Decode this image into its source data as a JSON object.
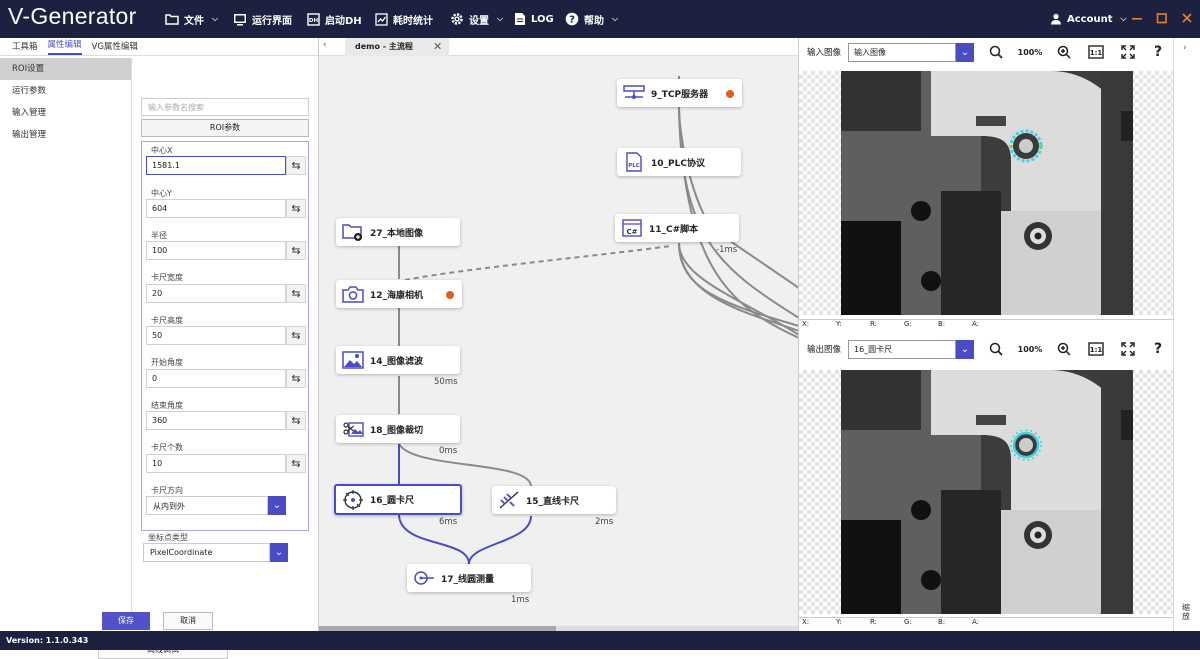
{
  "app": {
    "logo": "V-Generator",
    "version": "Version:  1.1.0.343"
  },
  "menu": [
    {
      "label": "文件",
      "icon": "folder-icon",
      "dropdown": true
    },
    {
      "label": "运行界面",
      "icon": "monitor-icon",
      "dropdown": false
    },
    {
      "label": "启动DH",
      "icon": "dh-icon",
      "dropdown": false
    },
    {
      "label": "耗时统计",
      "icon": "stats-icon",
      "dropdown": false
    },
    {
      "label": "设置",
      "icon": "gear-icon",
      "dropdown": true
    },
    {
      "label": "LOG",
      "icon": "log-icon",
      "dropdown": false
    },
    {
      "label": "帮助",
      "icon": "help-icon",
      "dropdown": true
    }
  ],
  "account": {
    "label": "Account"
  },
  "colors": {
    "titlebar": "#1c2140",
    "accent": "#4b4bc4",
    "node_alert": "#e85a1d"
  },
  "left_panel": {
    "tabs": [
      "工具箱",
      "属性编辑",
      "VG属性编辑"
    ],
    "active_tab": "属性编辑",
    "nav": [
      "ROI设置",
      "运行参数",
      "输入管理",
      "输出管理"
    ],
    "active_nav": "ROI设置",
    "search_placeholder": "输入参数名搜索",
    "roi_button": "ROI参数",
    "fields": [
      {
        "label": "中心X",
        "value": "1581.1"
      },
      {
        "label": "中心Y",
        "value": "604"
      },
      {
        "label": "半径",
        "value": "100"
      },
      {
        "label": "卡尺宽度",
        "value": "20"
      },
      {
        "label": "卡尺高度",
        "value": "50"
      },
      {
        "label": "开始角度",
        "value": "0"
      },
      {
        "label": "结束角度",
        "value": "360"
      },
      {
        "label": "卡尺个数",
        "value": "10"
      }
    ],
    "direction": {
      "label": "卡尺方向",
      "value": "从内到外"
    },
    "coord": {
      "label": "坐标点类型",
      "value": "PixelCoordinate"
    },
    "save": "保存",
    "cancel": "取消",
    "offline": "离线调试"
  },
  "canvas": {
    "tab": "demo - 主流程",
    "nodes": [
      {
        "label": "9_TCP服务器",
        "icon": "tcp-server-icon",
        "alert": true
      },
      {
        "label": "10_PLC协议",
        "icon": "plc-icon",
        "alert": false
      },
      {
        "label": "11_C#脚本",
        "icon": "csharp-icon",
        "alert": false,
        "time": "-1ms"
      },
      {
        "label": "27_本地图像",
        "icon": "local-image-icon",
        "alert": false
      },
      {
        "label": "12_海康相机",
        "icon": "camera-icon",
        "alert": true
      },
      {
        "label": "14_图像滤波",
        "icon": "image-filter-icon",
        "alert": false,
        "time": "50ms"
      },
      {
        "label": "18_图像裁切",
        "icon": "image-crop-icon",
        "alert": false,
        "time": "0ms"
      },
      {
        "label": "16_圆卡尺",
        "icon": "circle-caliper-icon",
        "alert": false,
        "time": "6ms",
        "selected": true
      },
      {
        "label": "15_直线卡尺",
        "icon": "line-caliper-icon",
        "alert": false,
        "time": "2ms"
      },
      {
        "label": "17_线圆测量",
        "icon": "line-circle-measure-icon",
        "alert": false,
        "time": "1ms"
      }
    ]
  },
  "viewers": [
    {
      "label": "输入图像",
      "value": "输入图像",
      "zoom": "100%",
      "status": [
        "X:",
        "Y:",
        "R:",
        "G:",
        "B:",
        "A:"
      ]
    },
    {
      "label": "输出图像",
      "value": "16_圆卡尺",
      "zoom": "100%",
      "status": [
        "X:",
        "Y:",
        "R:",
        "G:",
        "B:",
        "A:"
      ]
    }
  ],
  "right_strip": {
    "vertical_label": "缩放"
  }
}
